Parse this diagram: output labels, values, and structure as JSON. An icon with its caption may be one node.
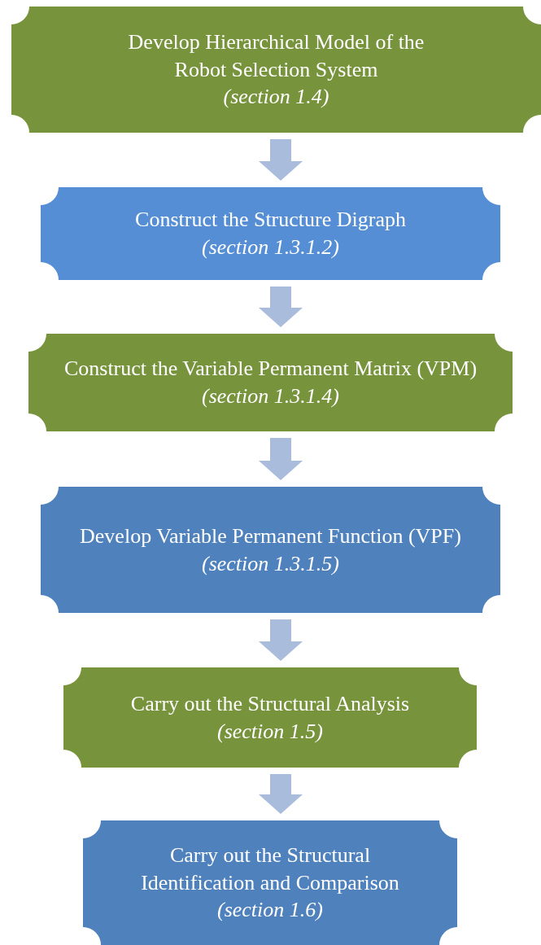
{
  "diagram": {
    "nodes": [
      {
        "text": [
          "Develop Hierarchical Model of the Robot Selection System",
          "(section 1.4)"
        ]
      },
      {
        "text": [
          "Construct the Structure Digraph",
          "(section 1.3.1.2)"
        ]
      },
      {
        "text": [
          "Construct the Variable Permanent Matrix (VPM)",
          "(section 1.3.1.4)"
        ]
      },
      {
        "text": [
          "Develop Variable Permanent Function (VPF)",
          "(section 1.3.1.5)"
        ]
      },
      {
        "text": [
          "Carry out the Structural Analysis",
          "(section 1.5)"
        ]
      },
      {
        "text": [
          "Carry out the Structural Identification and Comparison",
          "(section 1.6)"
        ]
      }
    ],
    "edges": [
      {
        "from": 0,
        "to": 1,
        "arrow": "to"
      },
      {
        "from": 1,
        "to": 2,
        "arrow": "to"
      },
      {
        "from": 2,
        "to": 3,
        "arrow": "to"
      },
      {
        "from": 3,
        "to": 4,
        "arrow": "to"
      },
      {
        "from": 4,
        "to": 5,
        "arrow": "to"
      }
    ]
  }
}
